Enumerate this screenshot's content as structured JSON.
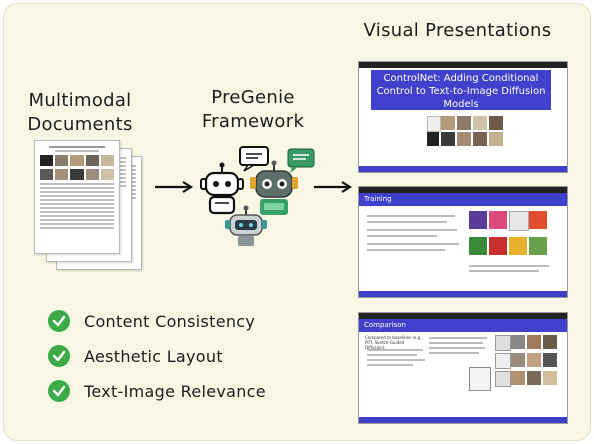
{
  "titles": {
    "visual_presentations": "Visual Presentations",
    "multimodal_documents": "Multimodal\nDocuments",
    "pregenie_framework": "PreGenie\nFramework"
  },
  "slides": {
    "slide1_title": "ControlNet: Adding Conditional Control to Text-to-Image Diffusion Models",
    "slide2_title": "Training",
    "slide3_title": "Comparison",
    "slide3_left_heading": "Compared to baselines (e.g., PITI, Sketch-Guided Diffusion):"
  },
  "criteria": [
    {
      "label": "Content Consistency"
    },
    {
      "label": "Aesthetic Layout"
    },
    {
      "label": "Text-Image Relevance"
    }
  ],
  "colors": {
    "panel_bg": "#f8f6e4",
    "slide_accent": "#4040cc",
    "check_green": "#3daa4a"
  },
  "icons": [
    "arrow-right-icon",
    "robot-icon",
    "chat-bubble-icon",
    "check-circle-icon",
    "document-stack-icon"
  ]
}
